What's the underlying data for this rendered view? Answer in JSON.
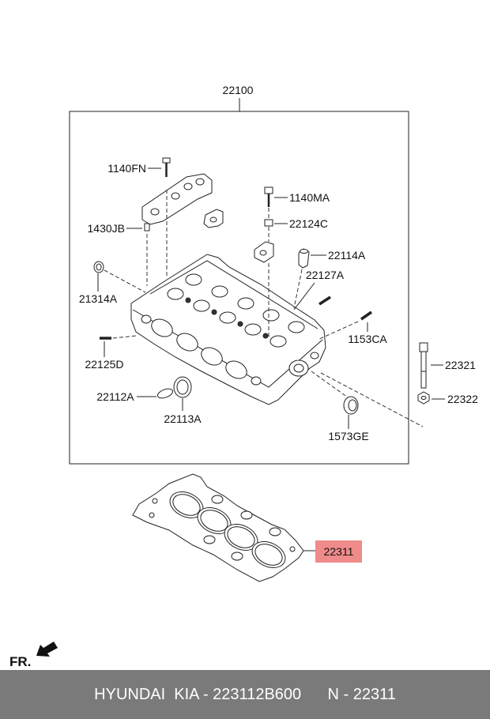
{
  "assembly": {
    "label": "22100"
  },
  "callouts": [
    "1140FN",
    "1430JB",
    "21314A",
    "22125D",
    "22112A",
    "22113A",
    "1573GE",
    "1140MA",
    "22124C",
    "22114A",
    "22127A",
    "1153CA",
    "22321",
    "22322"
  ],
  "gasket": {
    "label": "22311",
    "highlight_color": "#ef8b8b"
  },
  "direction": {
    "label": "FR."
  },
  "footer": {
    "text": "HYUNDAI  KIA - 223112B600      N - 22311",
    "background": "#7a7a7a"
  }
}
